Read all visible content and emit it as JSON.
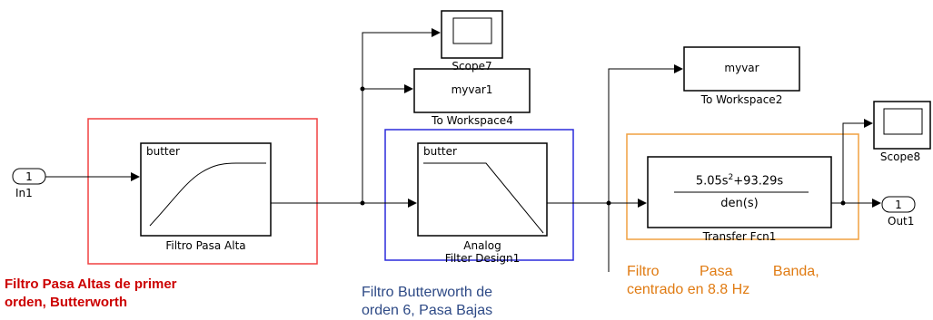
{
  "blocks": {
    "in1": {
      "port": "1",
      "name": "In1"
    },
    "out1": {
      "port": "1",
      "name": "Out1"
    },
    "hp_filter": {
      "method": "butter",
      "name": "Filtro Pasa Alta"
    },
    "lp_filter": {
      "method": "butter",
      "name_line1": "Analog",
      "name_line2": "Filter Design1"
    },
    "transfer_fcn": {
      "numerator": "5.05s",
      "exponent": "2",
      "numerator_rest": "+93.29s",
      "denominator": "den(s)",
      "name": "Transfer Fcn1"
    },
    "scope7": {
      "name": "Scope7"
    },
    "scope8": {
      "name": "Scope8"
    },
    "workspace4": {
      "variable": "myvar1",
      "name": "To Workspace4"
    },
    "workspace2": {
      "variable": "myvar",
      "name": "To Workspace2"
    }
  },
  "annotations": {
    "hp": {
      "line1": "Filtro Pasa Altas de primer",
      "line2": "orden, Butterworth",
      "color": "#cc0000"
    },
    "lp": {
      "line1": "Filtro  Butterworth  de",
      "line2": "orden 6, Pasa Bajas",
      "color": "#2e4a86"
    },
    "bp": {
      "line1": "Filtro          Pasa          Banda,",
      "line2": "centrado en 8.8 Hz",
      "color": "#e07b12"
    }
  },
  "colors": {
    "highlight_red": "#f04040",
    "highlight_blue": "#2b2bdc",
    "highlight_orange": "#f0a040"
  }
}
